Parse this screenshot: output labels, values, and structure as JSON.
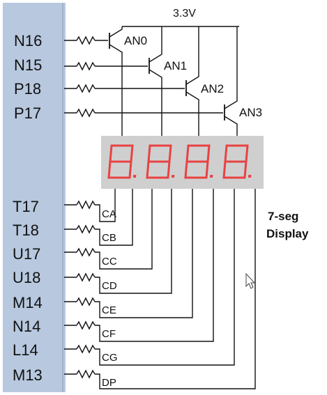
{
  "fpga_pins": {
    "anode_pins": [
      "N16",
      "N15",
      "P18",
      "P17"
    ],
    "segment_pins": [
      "T17",
      "T18",
      "U17",
      "U18",
      "M14",
      "N14",
      "L14",
      "M13"
    ]
  },
  "power_label": "3.3V",
  "transistor_labels": [
    "AN0",
    "AN1",
    "AN2",
    "AN3"
  ],
  "segment_signals": [
    "CA",
    "CB",
    "CC",
    "CD",
    "CE",
    "CF",
    "CG",
    "DP"
  ],
  "display_label": {
    "line1": "7-seg",
    "line2": "Display"
  },
  "colors": {
    "fpga_panel": "#b7c8df",
    "display_body": "#cfcfcf",
    "segment_on": "#e84242",
    "wire": "#111111"
  },
  "icons": [
    "resistor-symbol",
    "pnp-transistor-symbol",
    "mouse-pointer-icon"
  ]
}
